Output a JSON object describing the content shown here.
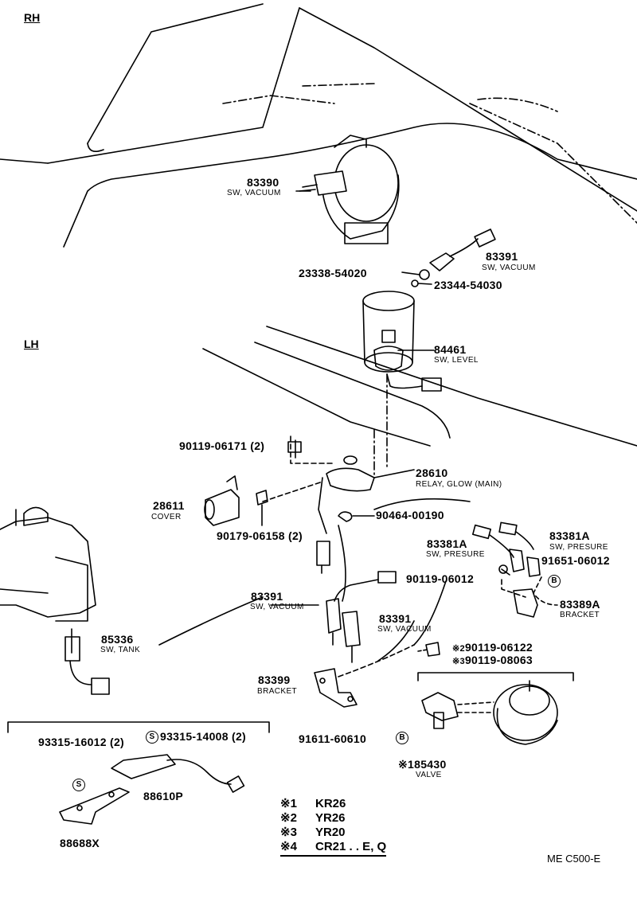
{
  "sections": {
    "rh": "RH",
    "lh": "LH"
  },
  "parts": {
    "p83390": {
      "number": "83390",
      "name": "SW, VACUUM"
    },
    "p83391_top": {
      "number": "83391",
      "name": "SW, VACUUM"
    },
    "p23338": {
      "number": "23338-54020"
    },
    "p23344": {
      "number": "23344-54030"
    },
    "p84461": {
      "number": "84461",
      "name": "SW, LEVEL"
    },
    "p90119_06171": {
      "number": "90119-06171 (2)"
    },
    "p28610": {
      "number": "28610",
      "name": "RELAY, GLOW (MAIN)"
    },
    "p28611": {
      "number": "28611",
      "name": "COVER"
    },
    "p90179": {
      "number": "90179-06158 (2)"
    },
    "p90464": {
      "number": "90464-00190"
    },
    "p83381a_left": {
      "number": "83381A",
      "name": "SW, PRESURE"
    },
    "p83381a_right": {
      "number": "83381A",
      "name": "SW, PRESURE"
    },
    "p91651": {
      "number": "91651-06012"
    },
    "p90119_06012": {
      "number": "90119-06012"
    },
    "p83389a": {
      "number": "83389A",
      "name": "BRACKET"
    },
    "p83391_mid": {
      "number": "83391",
      "name": "SW, VACUUM"
    },
    "p83391_low": {
      "number": "83391",
      "name": "SW, VACUUM"
    },
    "p85336": {
      "number": "85336",
      "name": "SW, TANK"
    },
    "p90119_06122": {
      "mark": "※2",
      "number": "90119-06122"
    },
    "p90119_08063": {
      "mark": "※3",
      "number": "90119-08063"
    },
    "p83399": {
      "number": "83399",
      "name": "BRACKET"
    },
    "p91611": {
      "number": "91611-60610",
      "callout": "B"
    },
    "p91651_callout": {
      "callout": "B"
    },
    "p185430": {
      "mark": "※1",
      "number": "85430",
      "name": "VALVE"
    },
    "p93315_16012": {
      "number": "93315-16012 (2)"
    },
    "p93315_14008": {
      "prefix": "S",
      "number": "93315-14008 (2)"
    },
    "p88610p": {
      "number": "88610P"
    },
    "p88688x": {
      "number": "88688X"
    },
    "s_callout": {
      "callout": "S"
    }
  },
  "legend": [
    {
      "mark": "※1",
      "model": "KR26"
    },
    {
      "mark": "※2",
      "model": "YR26"
    },
    {
      "mark": "※3",
      "model": "YR20"
    },
    {
      "mark": "※4",
      "model": "CR21 . . E, Q"
    }
  ],
  "footer": {
    "code": "ME C500-E"
  }
}
